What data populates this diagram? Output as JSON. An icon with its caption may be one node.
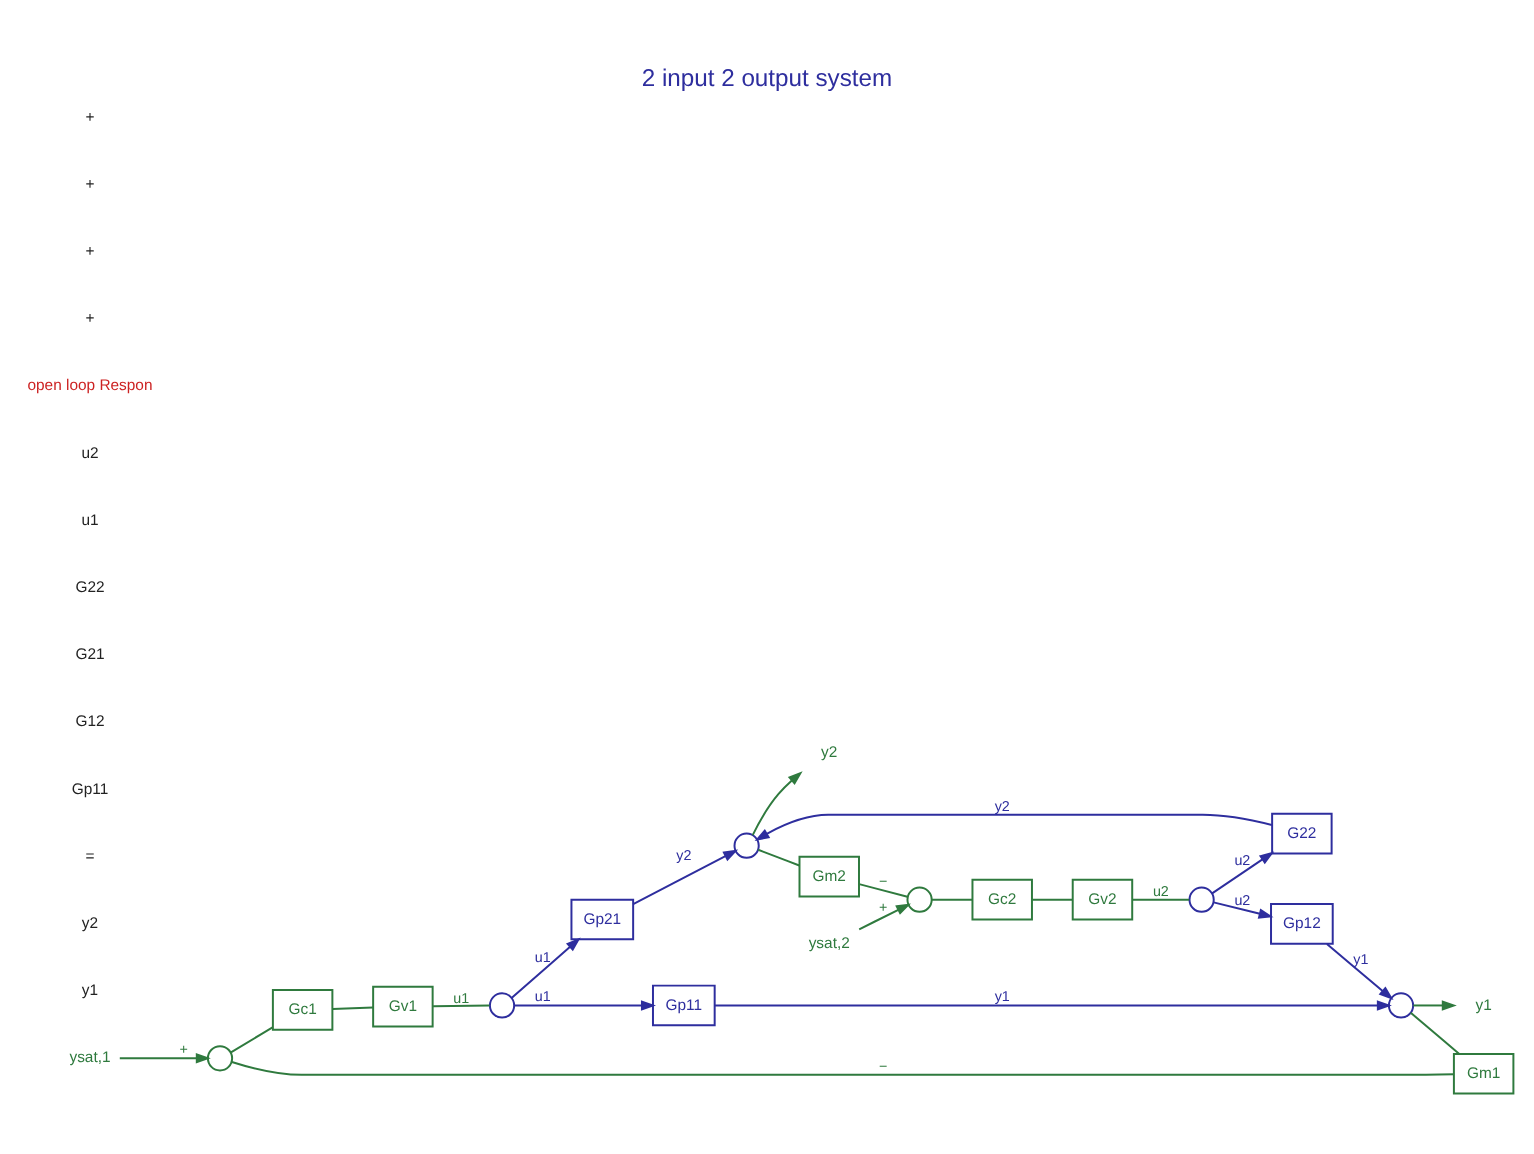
{
  "diagram": {
    "title": "2 input 2 output system",
    "nodes": [
      {
        "text": [
          "ysat,1"
        ]
      },
      {
        "text": [],
        "shape": "circle"
      },
      {
        "text": [
          "Gc1"
        ]
      },
      {
        "text": [
          "Gv1"
        ]
      },
      {
        "text": [],
        "shape": "circle"
      },
      {
        "text": [
          "Gm1"
        ]
      },
      {
        "text": [
          "Gp11"
        ]
      },
      {
        "text": [
          "Gp12"
        ]
      },
      {
        "text": [],
        "shape": "circle"
      },
      {
        "text": [
          "y1"
        ]
      },
      {
        "text": [
          "Gc2"
        ]
      },
      {
        "text": [
          "Gv2"
        ]
      },
      {
        "text": [],
        "shape": "circle"
      },
      {
        "text": [
          "Gp21"
        ]
      },
      {
        "text": [
          "ysat,2"
        ]
      },
      {
        "text": [],
        "shape": "circle"
      },
      {
        "text": [
          "G22"
        ]
      },
      {
        "text": [],
        "shape": "circle"
      },
      {
        "text": [
          "y2"
        ]
      },
      {
        "text": [
          "Gm2"
        ]
      }
    ],
    "edges": [
      {
        "from": 0,
        "to": 1,
        "arrow": "to",
        "label": "+"
      },
      {
        "from": 1,
        "to": 2,
        "arrow": "none"
      },
      {
        "from": 2,
        "to": 3,
        "arrow": "none"
      },
      {
        "from": 3,
        "to": 4,
        "arrow": "none",
        "label": "u1"
      },
      {
        "from": 4,
        "to": 6,
        "arrow": "to",
        "label": "u1",
        "color": "#2e2e9e"
      },
      {
        "from": 4,
        "to": 13,
        "arrow": "to",
        "label": "u1",
        "color": "#2e2e9e"
      },
      {
        "from": 12,
        "to": 7,
        "arrow": "to",
        "label": "u2",
        "color": "#2e2e9e"
      },
      {
        "from": 12,
        "to": 16,
        "arrow": "to",
        "label": "u2",
        "color": "#2e2e9e"
      },
      {
        "from": 6,
        "to": 8,
        "arrow": "to",
        "label": "y1",
        "color": "#2e2e9e"
      },
      {
        "from": 7,
        "to": 8,
        "arrow": "to",
        "label": "y1",
        "color": "#2e2e9e"
      },
      {
        "from": 13,
        "to": 17,
        "arrow": "to",
        "label": "y2",
        "color": "#2e2e9e"
      },
      {
        "from": 16,
        "to": 17,
        "arrow": "to",
        "label": "y2",
        "color": "#2e2e9e"
      },
      {
        "from": 8,
        "to": 9,
        "arrow": "to"
      },
      {
        "from": 8,
        "to": 5,
        "arrow": "none"
      },
      {
        "from": 5,
        "to": 1,
        "arrow": "none",
        "label": "−"
      },
      {
        "from": 14,
        "to": 15,
        "arrow": "to",
        "label": "+"
      },
      {
        "from": 15,
        "to": 10,
        "arrow": "none"
      },
      {
        "from": 10,
        "to": 11,
        "arrow": "none"
      },
      {
        "from": 11,
        "to": 12,
        "arrow": "none",
        "label": "u2"
      },
      {
        "from": 17,
        "to": 18,
        "arrow": "to"
      },
      {
        "from": 17,
        "to": 19,
        "arrow": "none"
      },
      {
        "from": 19,
        "to": 15,
        "arrow": "none",
        "label": "−"
      }
    ],
    "labels": [
      "y1",
      "y2",
      "=",
      "Gp11",
      "G12",
      "G21",
      "G22",
      "u1",
      "u2",
      "open loop Respon",
      "+",
      "+",
      "+",
      "+"
    ]
  }
}
